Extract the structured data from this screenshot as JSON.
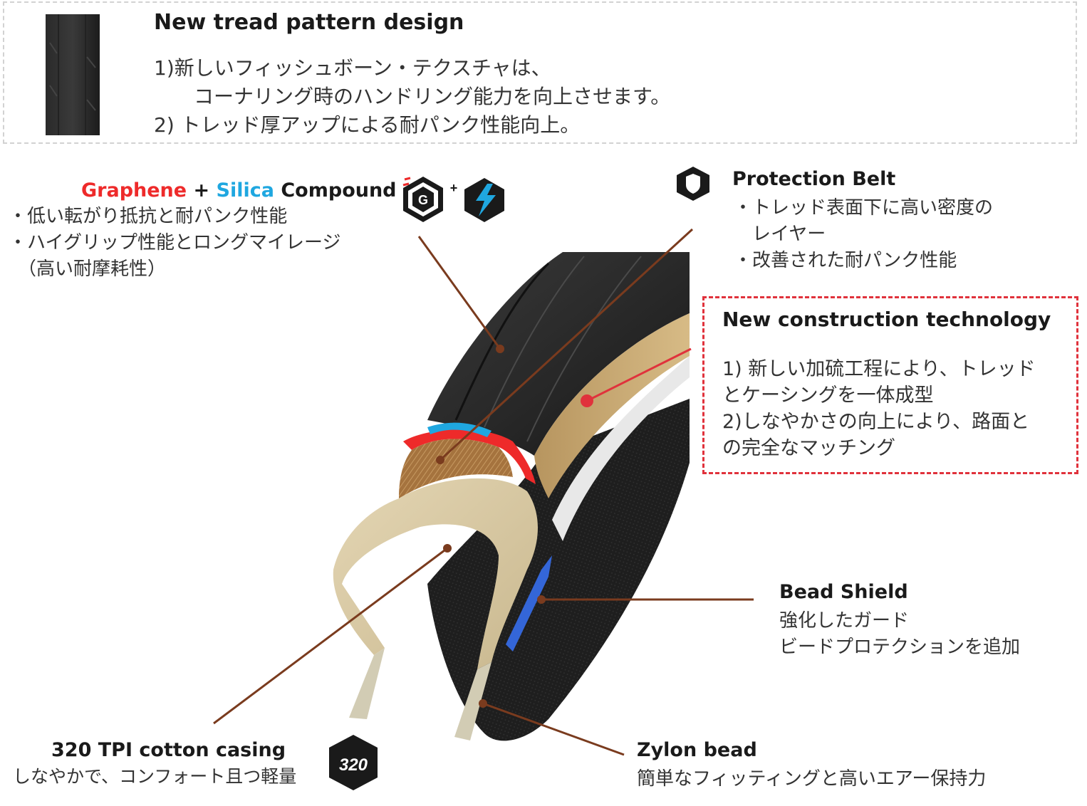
{
  "tread": {
    "title": "New tread pattern design",
    "lines": [
      "1)新しいフィッシュボーン・テクスチャは、",
      "　　コーナリング時のハンドリング能力を向上させます。",
      "2) トレッド厚アップによる耐パンク性能向上。"
    ]
  },
  "compound": {
    "title_graphene": "Graphene",
    "title_plus": " + ",
    "title_silica": "Silica",
    "title_compound": " Compound",
    "icon_plus": "+",
    "icon_g": "G",
    "lines": [
      "・低い転がり抵抗と耐パンク性能",
      "・ハイグリップ性能とロングマイレージ",
      "　（高い耐摩耗性）"
    ],
    "colors": {
      "graphene": "#ee2a2a",
      "silica": "#1fa7e0"
    }
  },
  "protection": {
    "title": "Protection Belt",
    "icon": "shield-icon",
    "lines": [
      "・トレッド表面下に高い密度の",
      "　レイヤー",
      "・改善された耐パンク性能"
    ]
  },
  "construction": {
    "title": "New construction technology",
    "lines": [
      "1) 新しい加硫工程により、トレッド",
      "とケーシングを一体成型",
      "2)しなやかさの向上により、路面と",
      "の完全なマッチング"
    ],
    "colors": {
      "accent": "#e0323c"
    }
  },
  "bead_shield": {
    "title": "Bead Shield",
    "lines": [
      "強化したガード",
      "ビードプロテクションを追加"
    ]
  },
  "casing": {
    "title": "320 TPI cotton casing",
    "lines": [
      "しなやかで、コンフォート且つ軽量"
    ],
    "badge": "320"
  },
  "zylon": {
    "title": "Zylon bead",
    "lines": [
      "簡単なフィッティングと高いエアー保持力"
    ]
  },
  "colors": {
    "leader": "#7a3b1e",
    "red_leader": "#e0323c"
  }
}
